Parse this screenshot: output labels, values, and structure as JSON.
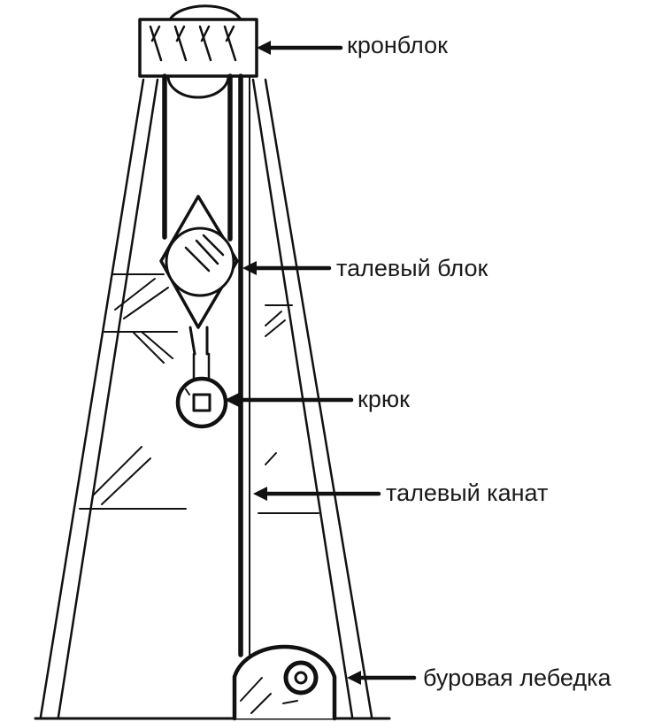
{
  "diagram": {
    "labels": {
      "crown_block": "кронблок",
      "traveling_block": "талевый блок",
      "hook": "крюк",
      "drilling_line": "талевый канат",
      "drawworks": "буровая лебедка"
    }
  }
}
